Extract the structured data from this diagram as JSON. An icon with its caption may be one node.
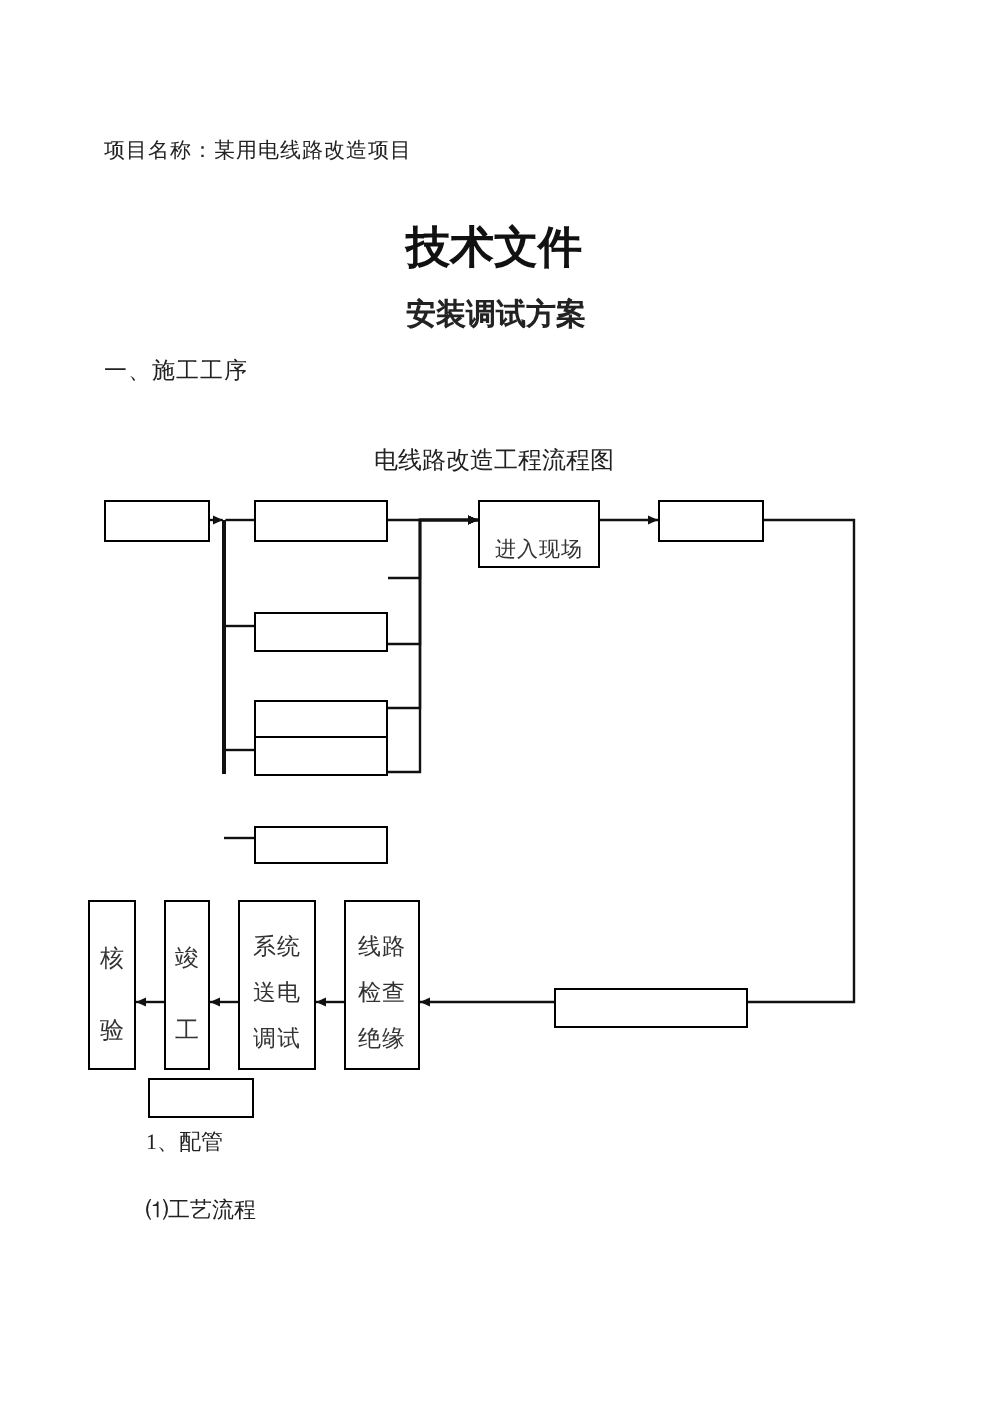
{
  "diagram": {
    "title": "技术文件",
    "nodes": [
      {
        "text": [],
        "shape": "box"
      },
      {
        "text": [],
        "shape": "bar"
      },
      {
        "text": [],
        "shape": "box"
      },
      {
        "text": [
          "进入现场"
        ]
      },
      {
        "text": [],
        "shape": "box"
      },
      {
        "text": [],
        "shape": "box"
      },
      {
        "text": [],
        "shape": "box"
      },
      {
        "text": [],
        "shape": "box"
      },
      {
        "text": [],
        "shape": "box"
      },
      {
        "text": [
          "核验"
        ]
      },
      {
        "text": [
          "竣工"
        ]
      },
      {
        "text": [
          "系统送电调试"
        ]
      },
      {
        "text": [
          "线路检查绝缘"
        ]
      },
      {
        "text": [],
        "shape": "box"
      },
      {
        "text": [],
        "shape": "box"
      }
    ],
    "edges": [
      {
        "from": 0,
        "to": 1,
        "arrow": "to"
      },
      {
        "from": 1,
        "to": 2,
        "arrow": "none"
      },
      {
        "from": 1,
        "to": 5,
        "arrow": "none"
      },
      {
        "from": 1,
        "to": 7,
        "arrow": "none"
      },
      {
        "from": null,
        "to": 8,
        "arrow": "none"
      },
      {
        "from": 2,
        "to": 3,
        "arrow": "to"
      },
      {
        "from": null,
        "to": 3,
        "arrow": "to"
      },
      {
        "from": 5,
        "to": 3,
        "arrow": "to"
      },
      {
        "from": 6,
        "to": 3,
        "arrow": "to"
      },
      {
        "from": 7,
        "to": 3,
        "arrow": "to"
      },
      {
        "from": 3,
        "to": 4,
        "arrow": "to"
      },
      {
        "from": 4,
        "to": 13,
        "arrow": "none"
      },
      {
        "from": 13,
        "to": 12,
        "arrow": "to"
      },
      {
        "from": 12,
        "to": 11,
        "arrow": "to"
      },
      {
        "from": 11,
        "to": 10,
        "arrow": "to"
      },
      {
        "from": 10,
        "to": 9,
        "arrow": "to"
      }
    ],
    "labels": [
      "项目名称：某用电线路改造项目",
      "安装调试方案",
      "一、施工工序",
      "电线路改造工程流程图",
      "1、配管",
      "⑴工艺流程"
    ]
  }
}
